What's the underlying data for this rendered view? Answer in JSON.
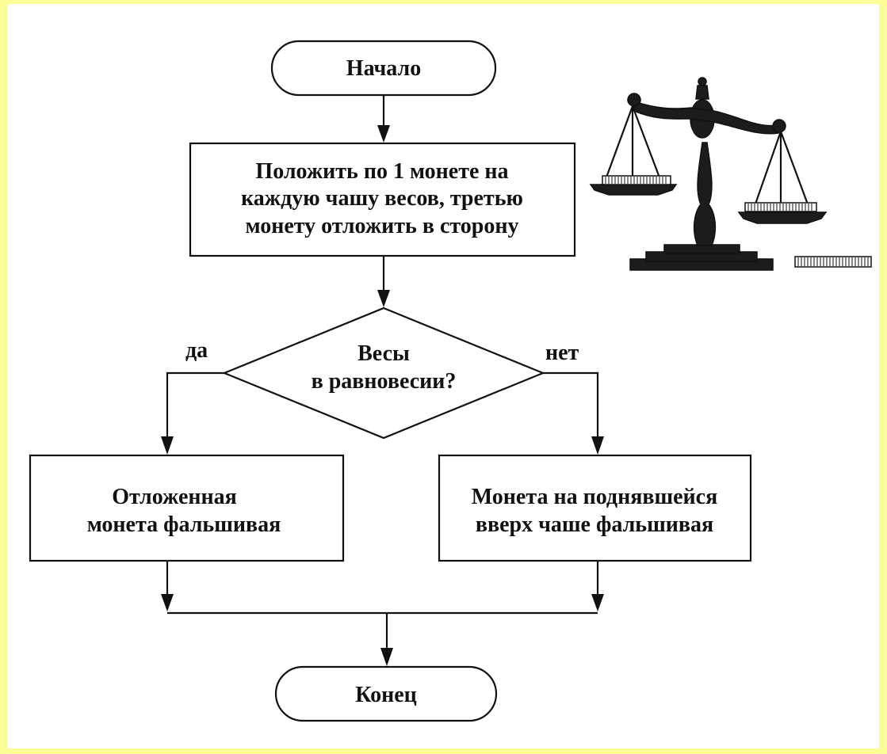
{
  "diagram": {
    "start_label": "Начало",
    "step1_lines": [
      "Положить по 1 монете на",
      "каждую чашу весов, третью",
      "монету отложить в сторону"
    ],
    "decision_lines": [
      "Весы",
      "в равновесии?"
    ],
    "yes_label": "да",
    "no_label": "нет",
    "yes_result_lines": [
      "Отложенная",
      "монета фальшивая"
    ],
    "no_result_lines": [
      "Монета на поднявшейся",
      "вверх чаше фальшивая"
    ],
    "end_label": "Конец"
  },
  "colors": {
    "background": "#fdfd96",
    "panel": "#ffffff",
    "ink": "#111111"
  },
  "icons": [
    "balance-scale-icon",
    "coin-icon"
  ]
}
